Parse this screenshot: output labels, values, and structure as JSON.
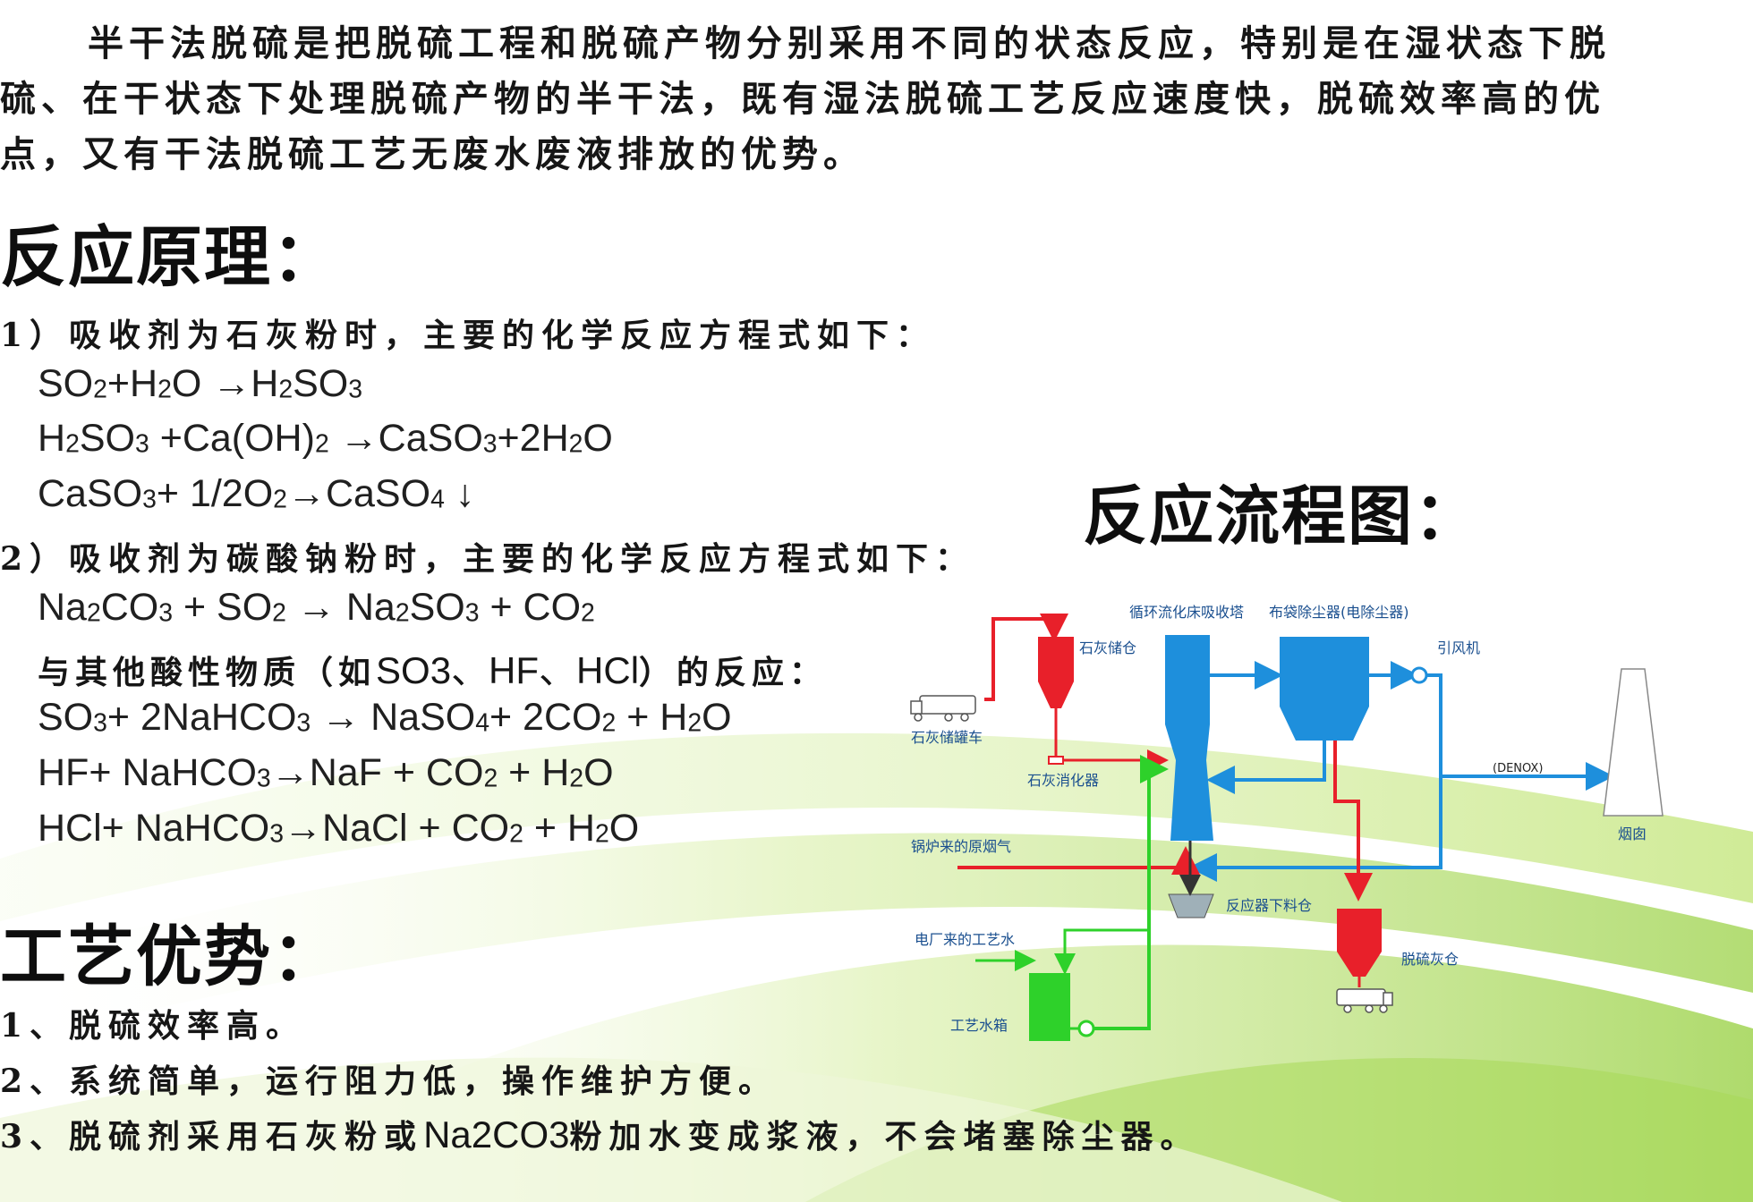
{
  "intro": {
    "paragraph": "半干法脱硫是把脱硫工程和脱硫产物分别采用不同的状态反应，特别是在湿状态下脱硫、在干状态下处理脱硫产物的半干法，既有湿法脱硫工艺反应速度快，脱硫效率高的优点，又有干法脱硫工艺无废水废液排放的优势。"
  },
  "principle": {
    "heading": "反应原理：",
    "case1": "1）吸收剂为石灰粉时，主要的化学反应方程式如下：",
    "case2": "2）吸收剂为碳酸钠粉时，主要的化学反应方程式如下：",
    "other_prefix": "与其他酸性物质（如",
    "other_species": "SO3、HF、HCl",
    "other_suffix": "）的反应："
  },
  "equations": {
    "eq1": [
      {
        "t": "SO"
      },
      {
        "s": "2"
      },
      {
        "t": "+H"
      },
      {
        "s": "2"
      },
      {
        "t": "O →H"
      },
      {
        "s": "2"
      },
      {
        "t": "SO"
      },
      {
        "s": "3"
      }
    ],
    "eq2": [
      {
        "t": "H"
      },
      {
        "s": "2"
      },
      {
        "t": "SO"
      },
      {
        "s": "3"
      },
      {
        "t": " +Ca(OH)"
      },
      {
        "s": "2"
      },
      {
        "t": " →CaSO"
      },
      {
        "s": "3"
      },
      {
        "t": "+2H"
      },
      {
        "s": "2"
      },
      {
        "t": "O"
      }
    ],
    "eq3": [
      {
        "t": "CaSO"
      },
      {
        "s": "3"
      },
      {
        "t": "+ 1/2O"
      },
      {
        "s": "2"
      },
      {
        "t": "→CaSO"
      },
      {
        "s": "4"
      },
      {
        "t": " ↓"
      }
    ],
    "eq4": [
      {
        "t": "Na"
      },
      {
        "s": "2"
      },
      {
        "t": "CO"
      },
      {
        "s": "3"
      },
      {
        "t": " + SO"
      },
      {
        "s": "2"
      },
      {
        "t": " → Na"
      },
      {
        "s": "2"
      },
      {
        "t": "SO"
      },
      {
        "s": "3"
      },
      {
        "t": " + CO"
      },
      {
        "s": "2"
      }
    ],
    "eq5": [
      {
        "t": "SO"
      },
      {
        "s": "3"
      },
      {
        "t": "+ 2NaHCO"
      },
      {
        "s": "3"
      },
      {
        "t": " → NaSO"
      },
      {
        "s": "4"
      },
      {
        "t": "+ 2CO"
      },
      {
        "s": "2"
      },
      {
        "t": " + H"
      },
      {
        "s": "2"
      },
      {
        "t": "O"
      }
    ],
    "eq6": [
      {
        "t": "HF+ NaHCO"
      },
      {
        "s": "3"
      },
      {
        "t": "→NaF + CO"
      },
      {
        "s": "2"
      },
      {
        "t": " + H"
      },
      {
        "s": "2"
      },
      {
        "t": "O"
      }
    ],
    "eq7": [
      {
        "t": "HCl+ NaHCO"
      },
      {
        "s": "3"
      },
      {
        "t": "→NaCl + CO"
      },
      {
        "s": "2"
      },
      {
        "t": " + H"
      },
      {
        "s": "2"
      },
      {
        "t": "O"
      }
    ]
  },
  "advantages": {
    "heading": "工艺优势：",
    "item1": "1、脱硫效率高。",
    "item2": "2、系统简单，运行阻力低，操作维护方便。",
    "item3_prefix": "3、脱硫剂采用石灰粉或",
    "item3_formula": "Na2CO3",
    "item3_suffix": "粉加水变成浆液，不会堵塞除尘器。"
  },
  "flow": {
    "heading": "反应流程图：",
    "labels": {
      "absorber": "循环流化床吸收塔",
      "bag_filter": "布袋除尘器(电除尘器)",
      "id_fan": "引风机",
      "lime_silo": "石灰储仓",
      "lime_truck": "石灰储罐车",
      "lime_slaker": "石灰消化器",
      "denox": "(DENOX)",
      "chimney": "烟囱",
      "flue_gas": "锅炉来的原烟气",
      "reactor_bin": "反应器下料仓",
      "process_water_in": "电厂来的工艺水",
      "desulf_ash_silo": "脱硫灰仓",
      "water_tank": "工艺水箱"
    },
    "colors": {
      "blue": "#1e8fdc",
      "red": "#e8202a",
      "green": "#2ed12a",
      "ash_bin": "#9fb0b8",
      "label": "#1a4f8f"
    }
  }
}
